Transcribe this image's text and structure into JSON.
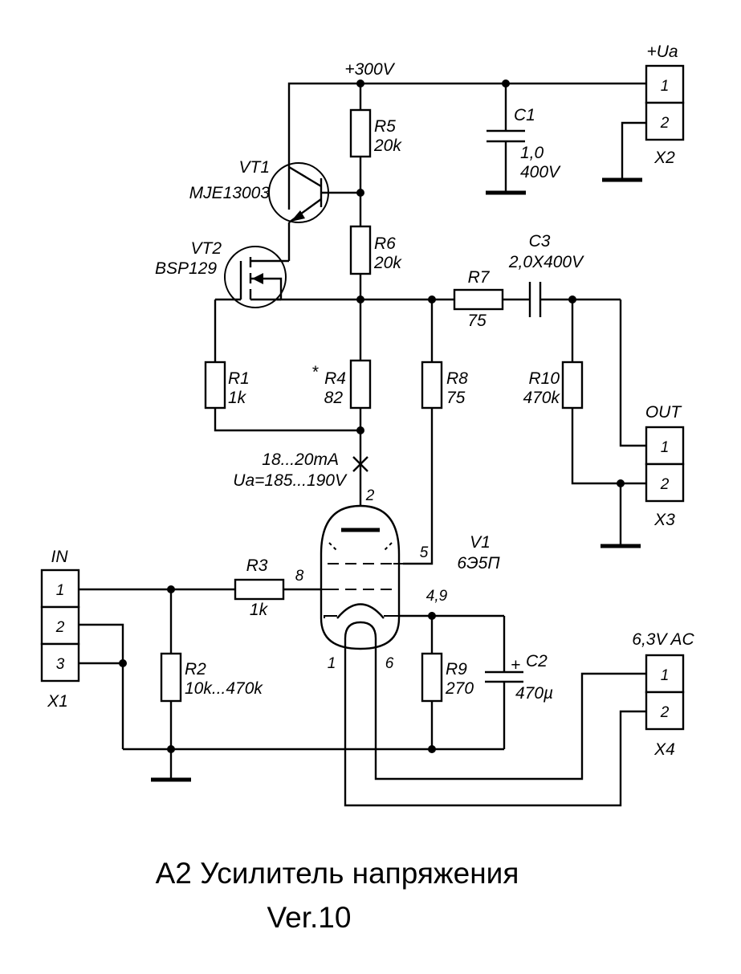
{
  "title": "А2 Усилитель напряжения",
  "version": "Ver.10",
  "supply": "+300V",
  "components": {
    "vt1": {
      "ref": "VT1",
      "part": "MJE13003"
    },
    "vt2": {
      "ref": "VT2",
      "part": "BSP129"
    },
    "r1": {
      "ref": "R1",
      "value": "1k"
    },
    "r2": {
      "ref": "R2",
      "value": "10k...470k"
    },
    "r3": {
      "ref": "R3",
      "value": "1k"
    },
    "r4": {
      "ref": "R4",
      "value": "82",
      "mark": "*"
    },
    "r5": {
      "ref": "R5",
      "value": "20k"
    },
    "r6": {
      "ref": "R6",
      "value": "20k"
    },
    "r7": {
      "ref": "R7",
      "value": "75"
    },
    "r8": {
      "ref": "R8",
      "value": "75"
    },
    "r9": {
      "ref": "R9",
      "value": "270"
    },
    "r10": {
      "ref": "R10",
      "value": "470k"
    },
    "c1": {
      "ref": "C1",
      "value": "1,0",
      "voltage": "400V"
    },
    "c2": {
      "ref": "C2",
      "value": "470µ",
      "polarity": "+"
    },
    "c3": {
      "ref": "C3",
      "value": "2,0X400V"
    },
    "v1": {
      "ref": "V1",
      "part": "6Э5П"
    }
  },
  "measurement": {
    "current": "18...20mA",
    "voltage": "Ua=185...190V"
  },
  "tube_pins": {
    "anode": "2",
    "g2": "5",
    "g1": "8",
    "cathode": "4,9",
    "heater_a": "1",
    "heater_b": "6"
  },
  "connectors": {
    "x1": {
      "ref": "X1",
      "name": "IN",
      "pins": [
        "1",
        "2",
        "3"
      ]
    },
    "x2": {
      "ref": "X2",
      "name": "+Ua",
      "pins": [
        "1",
        "2"
      ]
    },
    "x3": {
      "ref": "X3",
      "name": "OUT",
      "pins": [
        "1",
        "2"
      ]
    },
    "x4": {
      "ref": "X4",
      "name": "6,3V AC",
      "pins": [
        "1",
        "2"
      ]
    }
  }
}
